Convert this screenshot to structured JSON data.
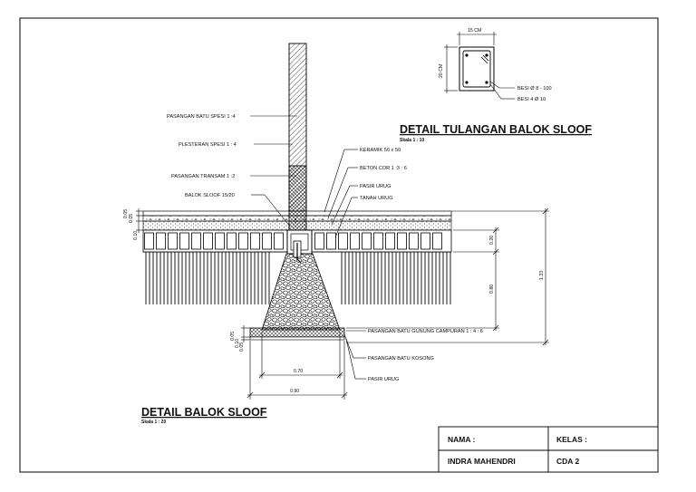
{
  "sloof_detail": {
    "title": "DETAIL BALOK SLOOF",
    "scale": "Skala 1 : 20",
    "labels": {
      "pasangan_batu": "PASANGAN BATU SPESI 1 :4",
      "plesteran": "PLESTERAN SPESI 1 : 4",
      "transam": "PASANGAN TRANSAM 1 :2",
      "balok_sloof": "BALOK SLOOF 15/20",
      "keramik": "KERAMIK 50 x 50",
      "beton_cor": "BETON COR 1 :3 : 6",
      "pasir_urug_top": "PASIR URUG",
      "tanah_urug": "TANAH URUG",
      "gunung": "PASANGAN BATU GUNUNG CAMPURAN 1 : 4 : 6",
      "kosong": "PASANGAN BATU KOSONG",
      "pasir_urug_bottom": "PASIR URUG"
    },
    "dimensions": {
      "d_033": "1.33",
      "d_020": "0.20",
      "d_080": "0.80",
      "d_070": "0.70",
      "d_090": "0.90",
      "left_top_a": "0.05",
      "left_top_b": "0.05",
      "left_top_c": "0.10",
      "left_bot_a": "0.05",
      "left_bot_b": "0.10",
      "left_bot_c": "0.05"
    }
  },
  "rebar_detail": {
    "title": "DETAIL TULANGAN BALOK SLOOF",
    "scale": "Skala 1 : 10",
    "width_label": "15 CM",
    "height_label": "20 CM",
    "stirrup_label": "BESI Ø 8 - 100",
    "main_bar_label": "BESI 4 Ø 10"
  },
  "title_block": {
    "nama_label": "NAMA :",
    "kelas_label": "KELAS :",
    "nama_value": "INDRA MAHENDRI",
    "kelas_value": "CDA 2"
  }
}
